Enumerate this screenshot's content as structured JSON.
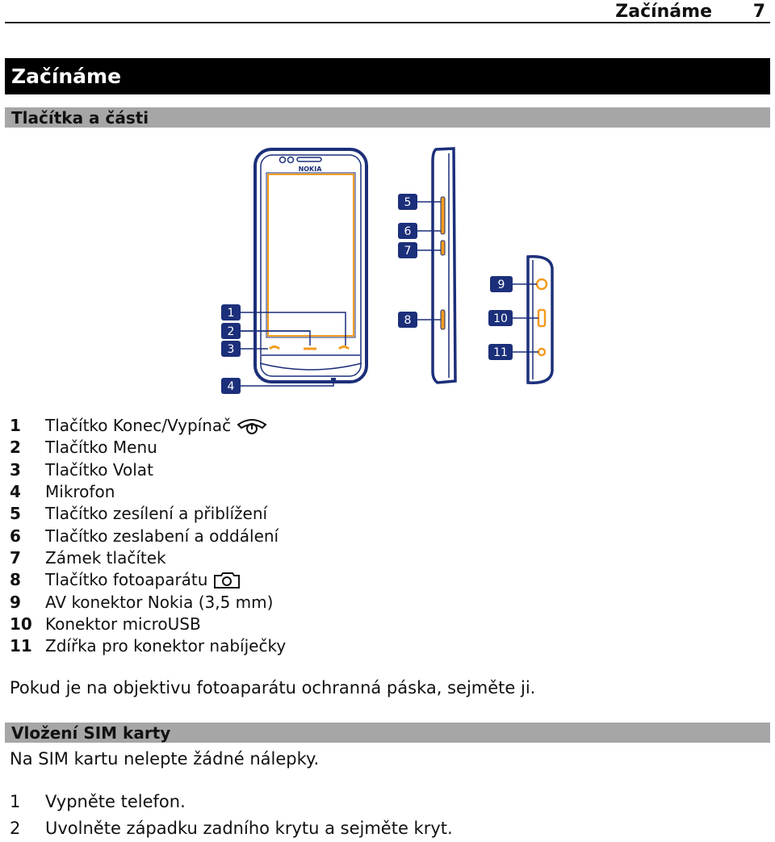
{
  "header": {
    "title": "Začínáme",
    "page_number": "7"
  },
  "chapter": {
    "title": "Začínáme"
  },
  "section_parts": {
    "title": "Tlačítka a části"
  },
  "figure": {
    "brand_logo": "NOKIA",
    "callouts": [
      "1",
      "2",
      "3",
      "4",
      "5",
      "6",
      "7",
      "8",
      "9",
      "10",
      "11"
    ],
    "accent_color": "#f39c1f",
    "outline_color": "#1c2f7a"
  },
  "parts": [
    {
      "num": "1",
      "label": "Tlačítko Konec/Vypínač",
      "icon": "end-power-icon"
    },
    {
      "num": "2",
      "label": "Tlačítko Menu"
    },
    {
      "num": "3",
      "label": "Tlačítko Volat"
    },
    {
      "num": "4",
      "label": "Mikrofon"
    },
    {
      "num": "5",
      "label": "Tlačítko zesílení a přiblížení"
    },
    {
      "num": "6",
      "label": "Tlačítko zeslabení a oddálení"
    },
    {
      "num": "7",
      "label": "Zámek tlačítek"
    },
    {
      "num": "8",
      "label": "Tlačítko fotoaparátu",
      "icon": "camera-icon"
    },
    {
      "num": "9",
      "label": "AV konektor Nokia (3,5 mm)"
    },
    {
      "num": "10",
      "label": "Konektor microUSB"
    },
    {
      "num": "11",
      "label": "Zdířka pro konektor nabíječky"
    }
  ],
  "note": "Pokud je na objektivu fotoaparátu ochranná páska, sejměte ji.",
  "section_sim": {
    "title": "Vložení SIM karty"
  },
  "sim_note": "Na SIM kartu nelepte žádné nálepky.",
  "steps": [
    {
      "num": "1",
      "text": "Vypněte telefon."
    },
    {
      "num": "2",
      "text": "Uvolněte západku zadního krytu a sejměte kryt."
    }
  ]
}
